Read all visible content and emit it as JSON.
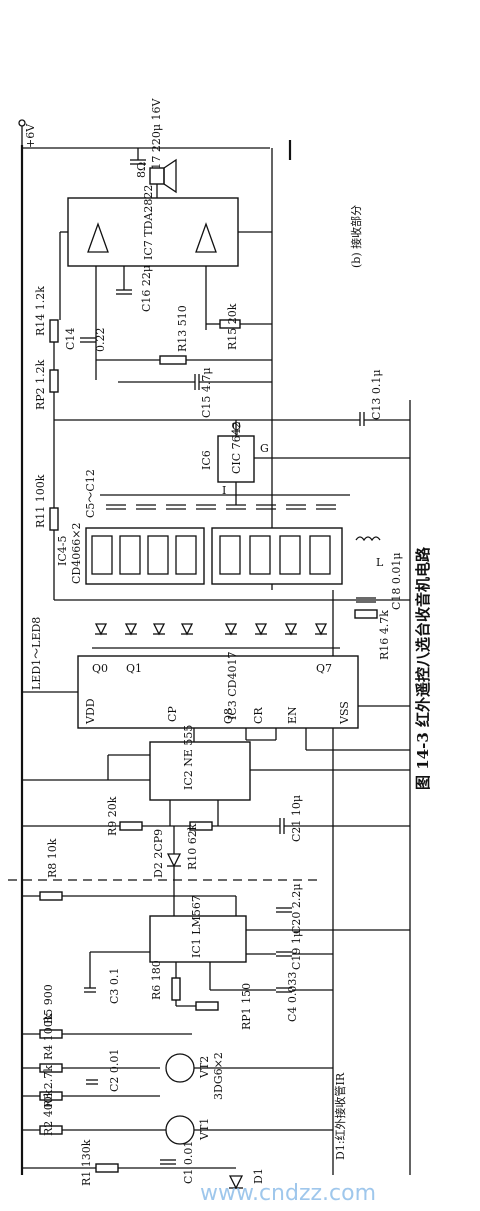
{
  "caption": "图 14-3  红外遥控八选台收音机电路",
  "subcaption": "(b) 接收部分",
  "watermark": "www.cndzz.com",
  "labels": {
    "supply": "+6V",
    "c17": "C17 220μ 16V",
    "speaker": "8Ω",
    "ic7": "IC7 TDA2822",
    "c16": "C16 22μ",
    "c14": "C14",
    "c14_val": "0.22",
    "r14": "R14 1.2k",
    "rp2": "RP2 1.2k",
    "r13": "R13 510",
    "r15": "R15 20k",
    "c15": "C15 4.7μ",
    "c13": "C13 0.1μ",
    "ic6": "IC6",
    "cic": "CIC 7642",
    "r11": "R11 100k",
    "c5c12": "C5～C12",
    "ic45": "IC4-5",
    "cd4066": "CD4066×2",
    "c18": "C18 0.01μ",
    "coil": "L",
    "led": "LED1～LED8",
    "r16": "R16 4.7k",
    "ic3": "IC3 CD4017",
    "q0": "Q0",
    "q1": "Q1",
    "q7": "Q7",
    "q8": "Q8",
    "vdd": "VDD",
    "vss": "VSS",
    "cp": "CP",
    "cr": "CR",
    "en": "EN",
    "ic2": "IC2 NE 555",
    "r9": "R9 20k",
    "c21": "C21 10μ",
    "r8": "R8 10k",
    "d2": "D2 2CP9",
    "r10": "R10 62k",
    "ic1": "IC1 LM567",
    "c20": "C20 2.2μ",
    "c19": "C19 1μ",
    "c4": "C4 0.033",
    "rp1": "RP1 150",
    "r6": "R6 180",
    "c3": "C3 0.1",
    "r5": "R5 900",
    "r4": "R4 100k",
    "r3": "R3 2.7k",
    "c2": "C2 0.01",
    "vt2": "VT2",
    "vt_type": "3DG6×2",
    "r2": "R2 400k",
    "vt1": "VT1",
    "r1": "R1 130k",
    "c1": "C1 0.01",
    "d1": "D1",
    "d1_desc": "D1:红外接收管IR",
    "pin_o": "O",
    "pin_g": "G",
    "pin_i": "I"
  }
}
